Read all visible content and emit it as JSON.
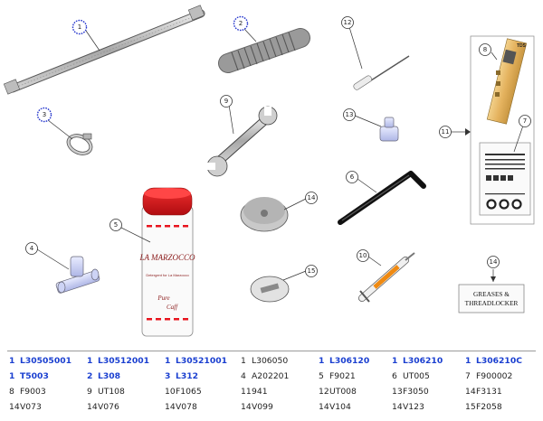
{
  "diagram": {
    "callouts": [
      {
        "num": "1",
        "highlighted": true
      },
      {
        "num": "2",
        "highlighted": true
      },
      {
        "num": "3",
        "highlighted": true
      },
      {
        "num": "4",
        "highlighted": false
      },
      {
        "num": "5",
        "highlighted": false
      },
      {
        "num": "6",
        "highlighted": false
      },
      {
        "num": "7",
        "highlighted": false
      },
      {
        "num": "8",
        "highlighted": false
      },
      {
        "num": "9",
        "highlighted": false
      },
      {
        "num": "10",
        "highlighted": false
      },
      {
        "num": "11",
        "highlighted": false
      },
      {
        "num": "12",
        "highlighted": false
      },
      {
        "num": "13",
        "highlighted": false
      },
      {
        "num": "14",
        "highlighted": false
      },
      {
        "num": "15",
        "highlighted": false
      },
      {
        "num": "14",
        "highlighted": false
      }
    ],
    "greases_label": [
      "GREASES &",
      "THREADLOCKER"
    ],
    "container_brand": "LA MARZOCCO",
    "container_line": "Detergent for La Marzocco",
    "container_script": [
      "Pure",
      "Caff"
    ],
    "strip_label": "TDS",
    "colors": {
      "callout_highlight": "#2233cc",
      "link_text": "#1a3fd0",
      "cap_red": "#e8141e"
    }
  },
  "parts_table": {
    "rows": [
      [
        {
          "qty": "1",
          "code": "L30505001",
          "link": true
        },
        {
          "qty": "1",
          "code": "L30512001",
          "link": true
        },
        {
          "qty": "1",
          "code": "L30521001",
          "link": true
        },
        {
          "qty": "1",
          "code": "L306050",
          "link": false
        },
        {
          "qty": "1",
          "code": "L306120",
          "link": true
        },
        {
          "qty": "1",
          "code": "L306210",
          "link": true
        },
        {
          "qty": "1",
          "code": "L306210C",
          "link": true
        }
      ],
      [
        {
          "qty": "1",
          "code": "T5003",
          "link": true
        },
        {
          "qty": "2",
          "code": "L308",
          "link": true
        },
        {
          "qty": "3",
          "code": "L312",
          "link": true
        },
        {
          "qty": "4",
          "code": "A202201",
          "link": false
        },
        {
          "qty": "5",
          "code": "F9021",
          "link": false
        },
        {
          "qty": "6",
          "code": "UT005",
          "link": false
        },
        {
          "qty": "7",
          "code": "F900002",
          "link": false
        }
      ],
      [
        {
          "qty": "8",
          "code": "F9003",
          "link": false
        },
        {
          "qty": "9",
          "code": "UT108",
          "link": false
        },
        {
          "qty": "10",
          "code": "F1065",
          "link": false
        },
        {
          "qty": "11",
          "code": "941",
          "link": false
        },
        {
          "qty": "12",
          "code": "UT008",
          "link": false
        },
        {
          "qty": "13",
          "code": "F3050",
          "link": false
        },
        {
          "qty": "14",
          "code": "F3131",
          "link": false
        }
      ],
      [
        {
          "qty": "14",
          "code": "V073",
          "link": false
        },
        {
          "qty": "14",
          "code": "V076",
          "link": false
        },
        {
          "qty": "14",
          "code": "V078",
          "link": false
        },
        {
          "qty": "14",
          "code": "V099",
          "link": false
        },
        {
          "qty": "14",
          "code": "V104",
          "link": false
        },
        {
          "qty": "14",
          "code": "V123",
          "link": false
        },
        {
          "qty": "15",
          "code": "F2058",
          "link": false
        }
      ]
    ]
  }
}
